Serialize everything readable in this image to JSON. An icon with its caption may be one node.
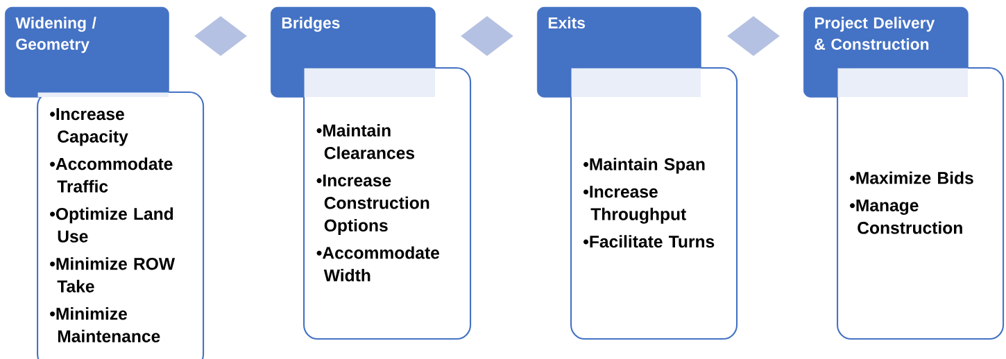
{
  "diagram": {
    "nodes": [
      {
        "text": [
          "Widening / Geometry"
        ]
      },
      {
        "text": [
          "•Increase Capacity",
          "•Accommodate Traffic",
          "•Optimize Land Use",
          "•Minimize ROW Take",
          "•Minimize Maintenance"
        ]
      },
      {
        "text": [],
        "shape": "diamond"
      },
      {
        "text": [
          "Bridges"
        ]
      },
      {
        "text": [
          "•Maintain Clearances",
          "•Increase Construction Options",
          "•Accommodate Width"
        ]
      },
      {
        "text": [],
        "shape": "diamond"
      },
      {
        "text": [
          "Exits"
        ]
      },
      {
        "text": [
          "•Maintain Span",
          "•Increase Throughput",
          "•Facilitate Turns"
        ]
      },
      {
        "text": [],
        "shape": "diamond"
      },
      {
        "text": [
          "Project Delivery & Construction"
        ]
      },
      {
        "text": [
          "•Maximize Bids",
          "•Manage Construction"
        ]
      }
    ]
  }
}
